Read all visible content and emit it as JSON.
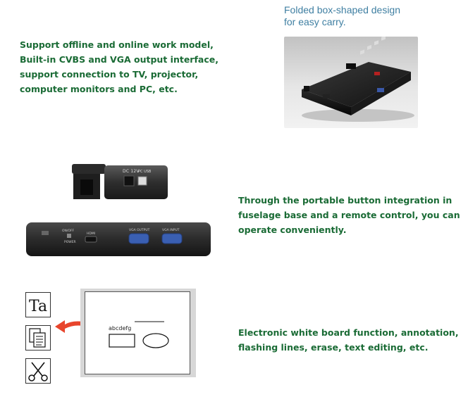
{
  "feature1": {
    "text": "Support offline and online work model, Built-in CVBS and VGA output interface, support connection to TV, projector, computer monitors and PC, etc."
  },
  "panel1": {
    "caption_line1": "Folded box-shaped design",
    "caption_line2": "for easy carry."
  },
  "device": {
    "top_port1": "DC 12V",
    "top_port2": "PC USB",
    "front_port_power_a": "ON/OFF",
    "front_port_power_b": "POWER",
    "front_port_hdmi": "HDMI",
    "front_port_vga_out": "VGA OUTPUT",
    "front_port_vga_in": "VGA INPUT"
  },
  "feature2": {
    "text": "Through the portable button integration in fuselage base and a remote control, you can operate conveniently."
  },
  "whiteboard": {
    "sample_text": "abcdefg",
    "tool_text_glyph": "Ta"
  },
  "feature3": {
    "text": "Electronic white board function, annotation, flashing lines, erase, text editing, etc."
  },
  "colors": {
    "green_text": "#1a6b35",
    "caption_blue": "#3f7fa2",
    "arrow_red": "#e8452c"
  }
}
